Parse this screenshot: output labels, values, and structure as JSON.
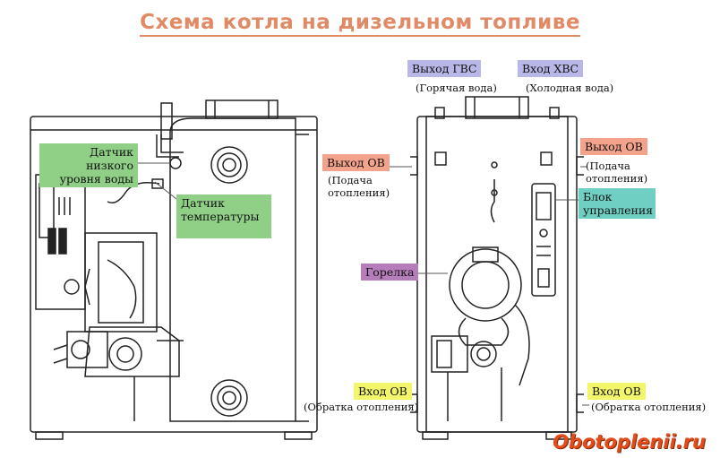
{
  "title": "Схема котла на дизельном топливе",
  "labels": {
    "low_water_sensor": "Датчик низкого уровня воды",
    "temp_sensor": "Датчик температуры",
    "hot_water_out": "Выход ГВС",
    "hot_water_out_note": "(Горячая вода)",
    "cold_water_in": "Вход ХВС",
    "cold_water_in_note": "(Холодная вода)",
    "heating_out_left": "Выход ОВ",
    "heating_out_left_note": "(Подача отопления)",
    "heating_out_right": "Выход ОВ",
    "heating_out_right_note": "(Подача отопления)",
    "control_unit": "Блок управления",
    "burner": "Горелка",
    "heating_in_left": "Вход ОВ",
    "heating_in_left_note": "(Обратка отопления)",
    "heating_in_right": "Вход ОВ",
    "heating_in_right_note": "(Обратка отопления)"
  },
  "colors": {
    "title": "#e08a66",
    "green": "#8fcf86",
    "blue": "#b9b6e8",
    "red": "#f3a28b",
    "yellow": "#f3f56a",
    "purple": "#b57db9",
    "teal": "#6fcfc3",
    "watermark": "#e24c1a"
  },
  "watermark": "Obotoplenii.ru"
}
